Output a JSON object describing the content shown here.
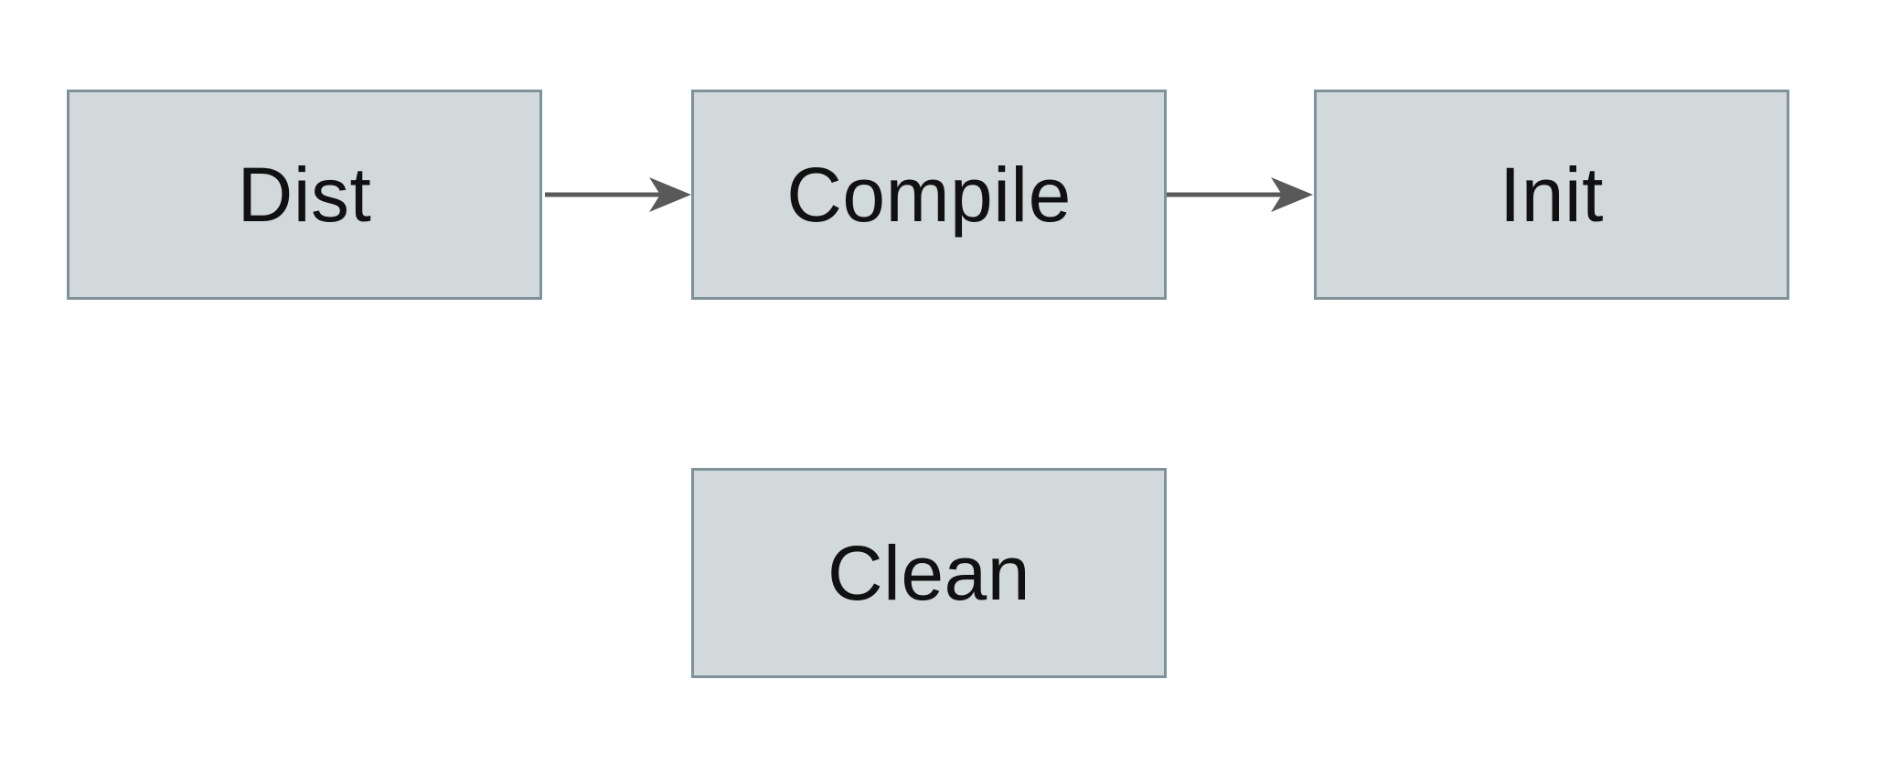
{
  "diagram": {
    "type": "flowchart",
    "background_color": "#ffffff",
    "colors": {
      "node-fill": "#d2d9db",
      "node-border": "#7e929c",
      "arrow": "#595959",
      "label-text": "#111111"
    },
    "nodes": [
      {
        "id": "dist",
        "label": "Dist",
        "row": 1
      },
      {
        "id": "compile",
        "label": "Compile",
        "row": 1
      },
      {
        "id": "init",
        "label": "Init",
        "row": 1
      },
      {
        "id": "clean",
        "label": "Clean",
        "row": 2
      }
    ],
    "edges": [
      {
        "from": "Dist",
        "to": "Compile",
        "style": "solid-arrow"
      },
      {
        "from": "Compile",
        "to": "Init",
        "style": "solid-arrow"
      }
    ]
  }
}
